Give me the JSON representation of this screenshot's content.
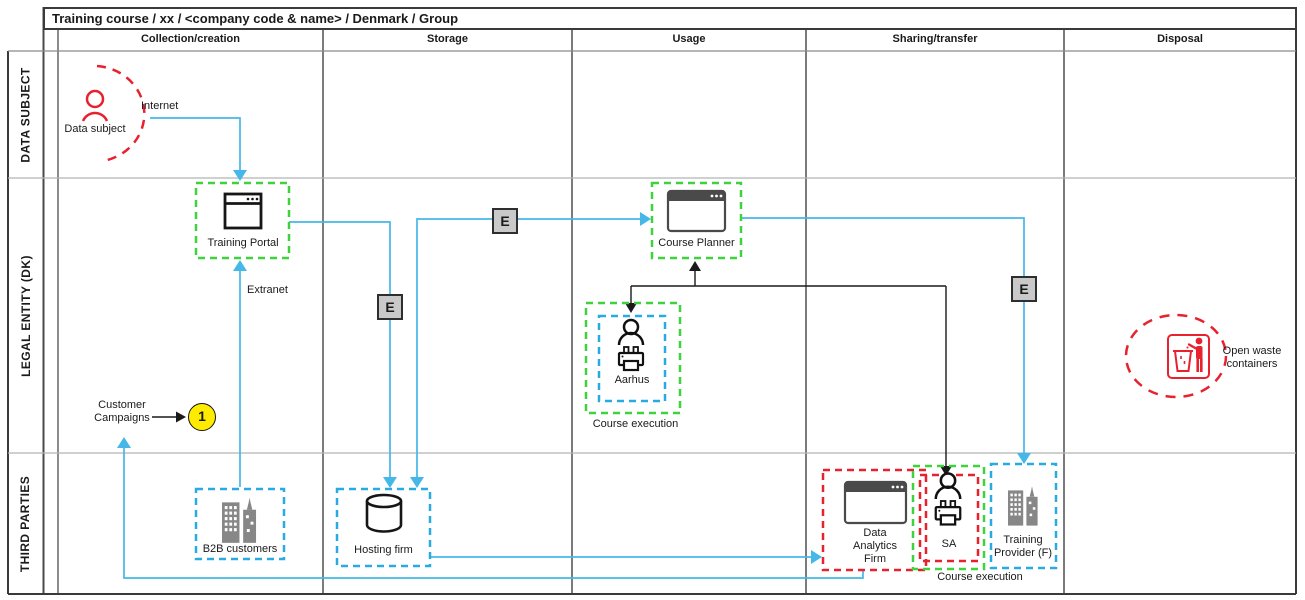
{
  "title": "Training course / xx / <company code & name> / Denmark / Group",
  "columns": [
    "Collection/creation",
    "Storage",
    "Usage",
    "Sharing/transfer",
    "Disposal"
  ],
  "rows": [
    "DATA SUBJECT",
    "LEGAL ENTITY (DK)",
    "THIRD PARTIES"
  ],
  "badges": {
    "encrypted": "E",
    "step1": "1"
  },
  "labels": {
    "internet": "Internet",
    "extranet": "Extranet",
    "customer_campaigns": "Customer Campaigns"
  },
  "nodes": {
    "data_subject": {
      "label": "Data subject"
    },
    "training_portal": {
      "label": "Training Portal"
    },
    "course_planner": {
      "label": "Course Planner"
    },
    "aarhus": {
      "label": "Aarhus",
      "caption": "Course execution"
    },
    "b2b_customers": {
      "label": "B2B customers"
    },
    "hosting_firm": {
      "label": "Hosting firm"
    },
    "data_analytics_firm": {
      "label": "Data Analytics Firm"
    },
    "sa": {
      "label": "SA",
      "caption": "Course execution"
    },
    "training_provider": {
      "label": "Training Provider (F)"
    },
    "open_waste_containers": {
      "label": "Open waste containers"
    }
  },
  "colors": {
    "flow_blue": "#45b8e8",
    "zone_green": "#3ed33e",
    "zone_blue": "#29abe2",
    "zone_red": "#e8212e",
    "connector_black": "#1a1a1a",
    "badge_fill": "#c9c9c9",
    "step_yellow": "#ffeb00"
  }
}
